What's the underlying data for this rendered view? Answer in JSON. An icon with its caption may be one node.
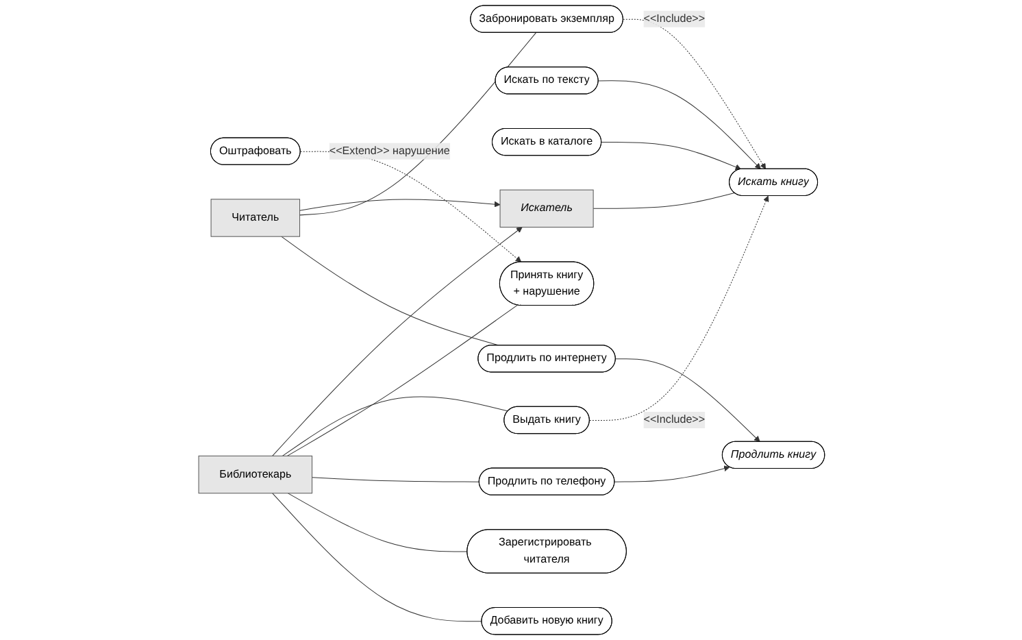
{
  "diagram": {
    "nodes": [
      {
        "text": [
          "Искатель"
        ]
      },
      {
        "text": [
          "Искать по тексту"
        ]
      },
      {
        "text": [
          "Искать в каталоге"
        ]
      },
      {
        "text": [
          "Искать книгу"
        ]
      },
      {
        "text": [
          "Выдать книгу"
        ]
      },
      {
        "text": [
          "Принять книгу",
          "+ нарушение"
        ]
      },
      {
        "text": [
          "Забронировать экземпляр"
        ]
      },
      {
        "text": [
          "Оштрафовать"
        ]
      },
      {
        "text": [
          "Читатель"
        ]
      },
      {
        "text": [
          "Продлить по интернету"
        ]
      },
      {
        "text": [
          "Продлить книгу"
        ]
      },
      {
        "text": [
          "Продлить по телефону"
        ]
      },
      {
        "text": [
          "Библиотекарь"
        ]
      },
      {
        "text": [
          "Зарегистрировать читателя"
        ]
      },
      {
        "text": [
          "Добавить новую книгу"
        ]
      }
    ],
    "edges": [
      {
        "from": 8,
        "to": 0,
        "arrow": "to"
      },
      {
        "from": 12,
        "to": 0,
        "arrow": "to"
      },
      {
        "from": 0,
        "to": 3,
        "arrow": "none"
      },
      {
        "from": 1,
        "to": 3,
        "arrow": "to"
      },
      {
        "from": 2,
        "to": 3,
        "arrow": "to"
      },
      {
        "from": 4,
        "to": 3,
        "arrow": "to",
        "label": "<<Include>>",
        "style": "dashed"
      },
      {
        "from": 6,
        "to": 3,
        "arrow": "to",
        "label": "<<Include>>",
        "style": "dashed"
      },
      {
        "from": 7,
        "to": 5,
        "arrow": "to",
        "label": "<<Extend>> нарушение",
        "style": "dashed"
      },
      {
        "from": 12,
        "to": 4,
        "arrow": "none"
      },
      {
        "from": 12,
        "to": 5,
        "arrow": "none"
      },
      {
        "from": 8,
        "to": 6,
        "arrow": "none"
      },
      {
        "from": 8,
        "to": 9,
        "arrow": "none"
      },
      {
        "from": 9,
        "to": 10,
        "arrow": "to"
      },
      {
        "from": 11,
        "to": 10,
        "arrow": "to"
      },
      {
        "from": 12,
        "to": 11,
        "arrow": "none"
      },
      {
        "from": 12,
        "to": 13,
        "arrow": "none"
      },
      {
        "from": 12,
        "to": 14,
        "arrow": "none"
      }
    ]
  }
}
